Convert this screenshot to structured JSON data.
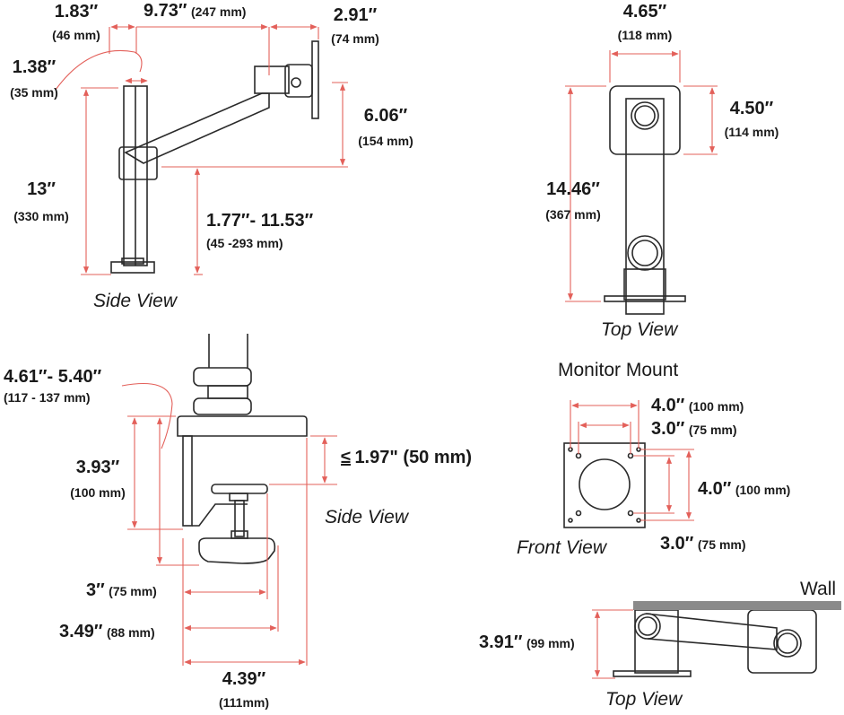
{
  "colors": {
    "dimension_line": "#e3605a",
    "outline": "#2a2a2a",
    "wall": "#8a8a8a",
    "background": "#ffffff"
  },
  "side_view_top": {
    "view_label": "Side View",
    "dims": {
      "d1": {
        "in": "1.83″",
        "mm": "(46 mm)"
      },
      "d2": {
        "in": "9.73″",
        "mm": "(247 mm)"
      },
      "d3": {
        "in": "2.91″",
        "mm": "(74 mm)"
      },
      "d4": {
        "in": "1.38″",
        "mm": "(35 mm)"
      },
      "d5": {
        "in": "6.06″",
        "mm": "(154 mm)"
      },
      "d6": {
        "in": "13″",
        "mm": "(330 mm)"
      },
      "d7": {
        "in": "1.77″- 11.53″",
        "mm": "(45 -293 mm)"
      }
    }
  },
  "top_view": {
    "view_label": "Top View",
    "dims": {
      "width": {
        "in": "4.65″",
        "mm": "(118 mm)"
      },
      "plate": {
        "in": "4.50″",
        "mm": "(114 mm)"
      },
      "length": {
        "in": "14.46″",
        "mm": "(367 mm)"
      }
    }
  },
  "clamp_side_view": {
    "view_label": "Side View",
    "dims": {
      "range": {
        "in": "4.61″- 5.40″",
        "mm": "(117 - 137 mm)"
      },
      "depth": {
        "in": "3.93″",
        "mm": "(100 mm)"
      },
      "thickness": {
        "prefix": "≤",
        "text": "1.97\" (50 mm)"
      },
      "d75": {
        "in": "3″",
        "mm": "(75 mm)"
      },
      "d88": {
        "in": "3.49″",
        "mm": "(88 mm)"
      },
      "d111": {
        "in": "4.39″",
        "mm": "(111mm)"
      }
    }
  },
  "monitor_mount": {
    "title": "Monitor Mount",
    "view_label": "Front View",
    "dims": {
      "w100": {
        "in": "4.0″",
        "mm": "(100 mm)"
      },
      "w75": {
        "in": "3.0″",
        "mm": "(75 mm)"
      },
      "h100": {
        "in": "4.0″",
        "mm": "(100 mm)"
      },
      "h75": {
        "in": "3.0″",
        "mm": "(75 mm)"
      }
    }
  },
  "wall_top_view": {
    "wall_label": "Wall",
    "view_label": "Top View",
    "dims": {
      "clearance": {
        "in": "3.91″",
        "mm": "(99 mm)"
      }
    }
  }
}
